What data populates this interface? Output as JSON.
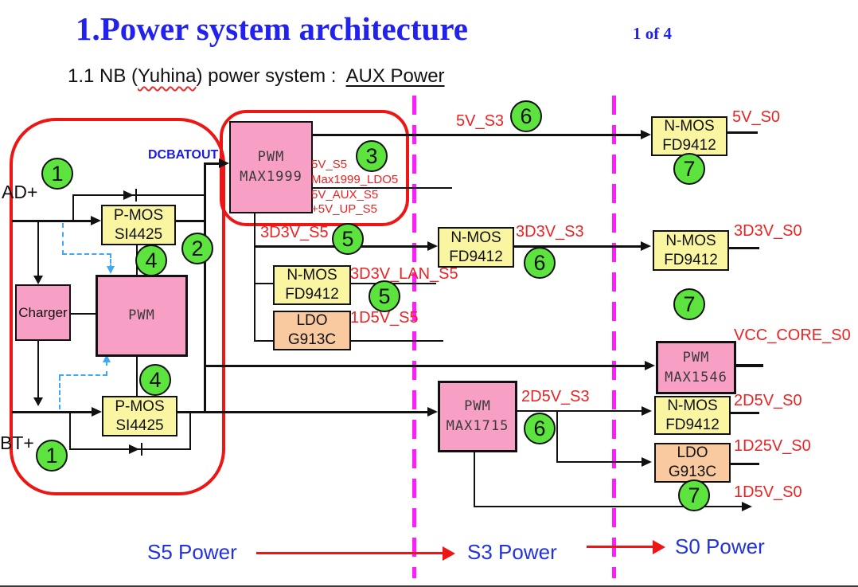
{
  "header": {
    "title": "1.Power system architecture",
    "page_indicator": "1 of 4",
    "subtitle": {
      "prefix": "1.1 NB (",
      "product": "Yuhina",
      "mid": ") power system :  ",
      "emphasis": "AUX Power"
    }
  },
  "blocks": {
    "max1999": {
      "line1": "PWM",
      "line2": "MAX1999"
    },
    "pmos_top": {
      "line1": "P-MOS",
      "line2": "SI4425"
    },
    "charger": {
      "line1": "Charger"
    },
    "pwm_main": {
      "line1": "PWM"
    },
    "pmos_bottom": {
      "line1": "P-MOS",
      "line2": "SI4425"
    },
    "nmos_lan": {
      "line1": "N-MOS",
      "line2": "FD9412"
    },
    "ldo_s5": {
      "line1": "LDO",
      "line2": "G913C"
    },
    "nmos_3d3v_s3": {
      "line1": "N-MOS",
      "line2": "FD9412"
    },
    "max1715": {
      "line1": "PWM",
      "line2": "MAX1715"
    },
    "nmos_5v_s0": {
      "line1": "N-MOS",
      "line2": "FD9412"
    },
    "nmos_3d3v_s0": {
      "line1": "N-MOS",
      "line2": "FD9412"
    },
    "max1546": {
      "line1": "PWM",
      "line2": "MAX1546"
    },
    "nmos_2d5v_s0": {
      "line1": "N-MOS",
      "line2": "FD9412"
    },
    "ldo_s0": {
      "line1": "LDO",
      "line2": "G913C"
    }
  },
  "badges": {
    "ad": "1",
    "bt": "1",
    "dcbat": "2",
    "ldo5": "3",
    "gate_top": "4",
    "gate_bottom": "4",
    "s5_rail": "5",
    "s5_lan": "5",
    "v5_s3": "6",
    "v3_s3": "6",
    "v2d5_s3": "6",
    "v5_s0": "7",
    "v3_s0": "7",
    "v1d5_s0": "7"
  },
  "rails": {
    "ad": "AD+",
    "bt": "BT+",
    "dcbatout": "DCBATOUT",
    "v5_s3": "5V_S3",
    "v5_s0": "5V_S0",
    "v3d3_s5": "3D3V_S5",
    "v3d3_lan_s5": "3D3V_LAN_S5",
    "v1d5_s5": "1D5V_S5",
    "v3d3_s3": "3D3V_S3",
    "v3d3_s0": "3D3V_S0",
    "vcc_core_s0": "VCC_CORE_S0",
    "v2d5_s3": "2D5V_S3",
    "v2d5_s0": "2D5V_S0",
    "v1d25_s0": "1D25V_S0",
    "v1d5_s0": "1D5V_S0"
  },
  "max1999_outputs": [
    "5V_S5",
    "Max1999_LDO5",
    "5V_AUX_S5",
    "+5V_UP_S5"
  ],
  "footer": {
    "s5": "S5 Power",
    "s3": "S3 Power",
    "s0": "S0 Power"
  },
  "colors": {
    "title_blue": "#2222EE",
    "label_blue": "#1A1AE0",
    "footer_blue": "#2233DD",
    "red": "#EE1515",
    "red_text": "#EE2222",
    "magenta": "#FF1CFF",
    "pink": "#F89FC6",
    "yellow": "#FAF5A0",
    "peach": "#F9C9A0",
    "green": "#5CE33E"
  }
}
